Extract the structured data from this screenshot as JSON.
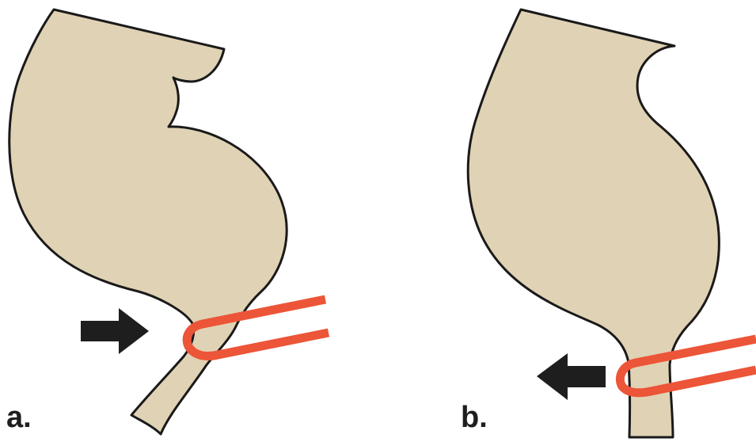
{
  "colors": {
    "organ_fill": "#e0d2b4",
    "outline": "#1a1a1a",
    "clamp": "#ec5538",
    "arrow": "#1e1e1e",
    "background": "#ffffff"
  },
  "panels": [
    {
      "label": "a.",
      "arrow_direction": "right",
      "icons": [
        "organ-shape",
        "clamp",
        "arrow-right-icon"
      ]
    },
    {
      "label": "b.",
      "arrow_direction": "left",
      "icons": [
        "organ-shape",
        "clamp",
        "arrow-left-icon"
      ]
    }
  ]
}
